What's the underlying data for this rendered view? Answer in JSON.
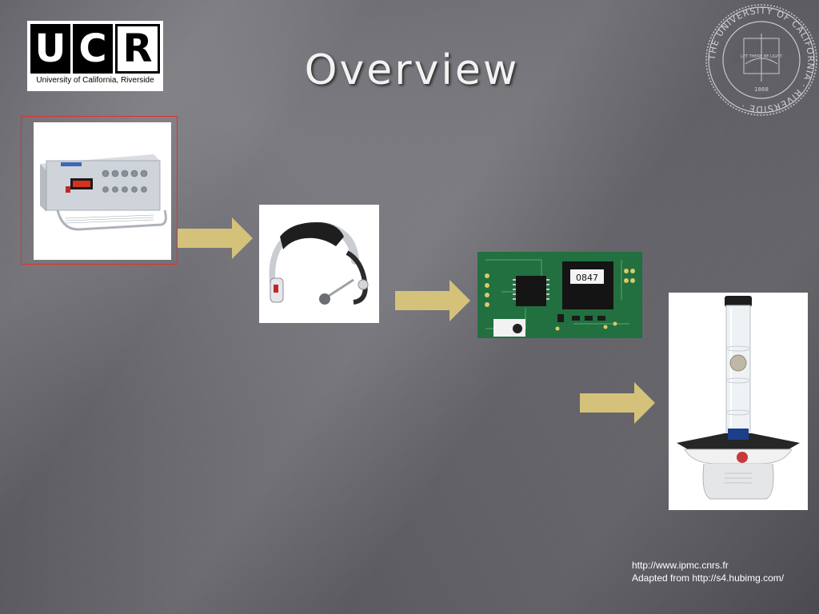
{
  "slide": {
    "title": "Overview",
    "logo": {
      "letters": [
        "U",
        "C",
        "R"
      ],
      "subtitle": "University of California, Riverside"
    },
    "seal": {
      "text": "THE UNIVERSITY OF CALIFORNIA · RIVERSIDE ·",
      "motto": "LET THERE BE LIGHT",
      "year": "1868"
    },
    "chip_label": "0847",
    "credits": [
      "http://www.ipmc.cnrs.fr",
      "Adapted from http://s4.hubimg.com/"
    ]
  },
  "colors": {
    "arrow_fill": "#d4c27a",
    "frame_border": "#e0312b",
    "title_text": "#f2f2f2"
  }
}
